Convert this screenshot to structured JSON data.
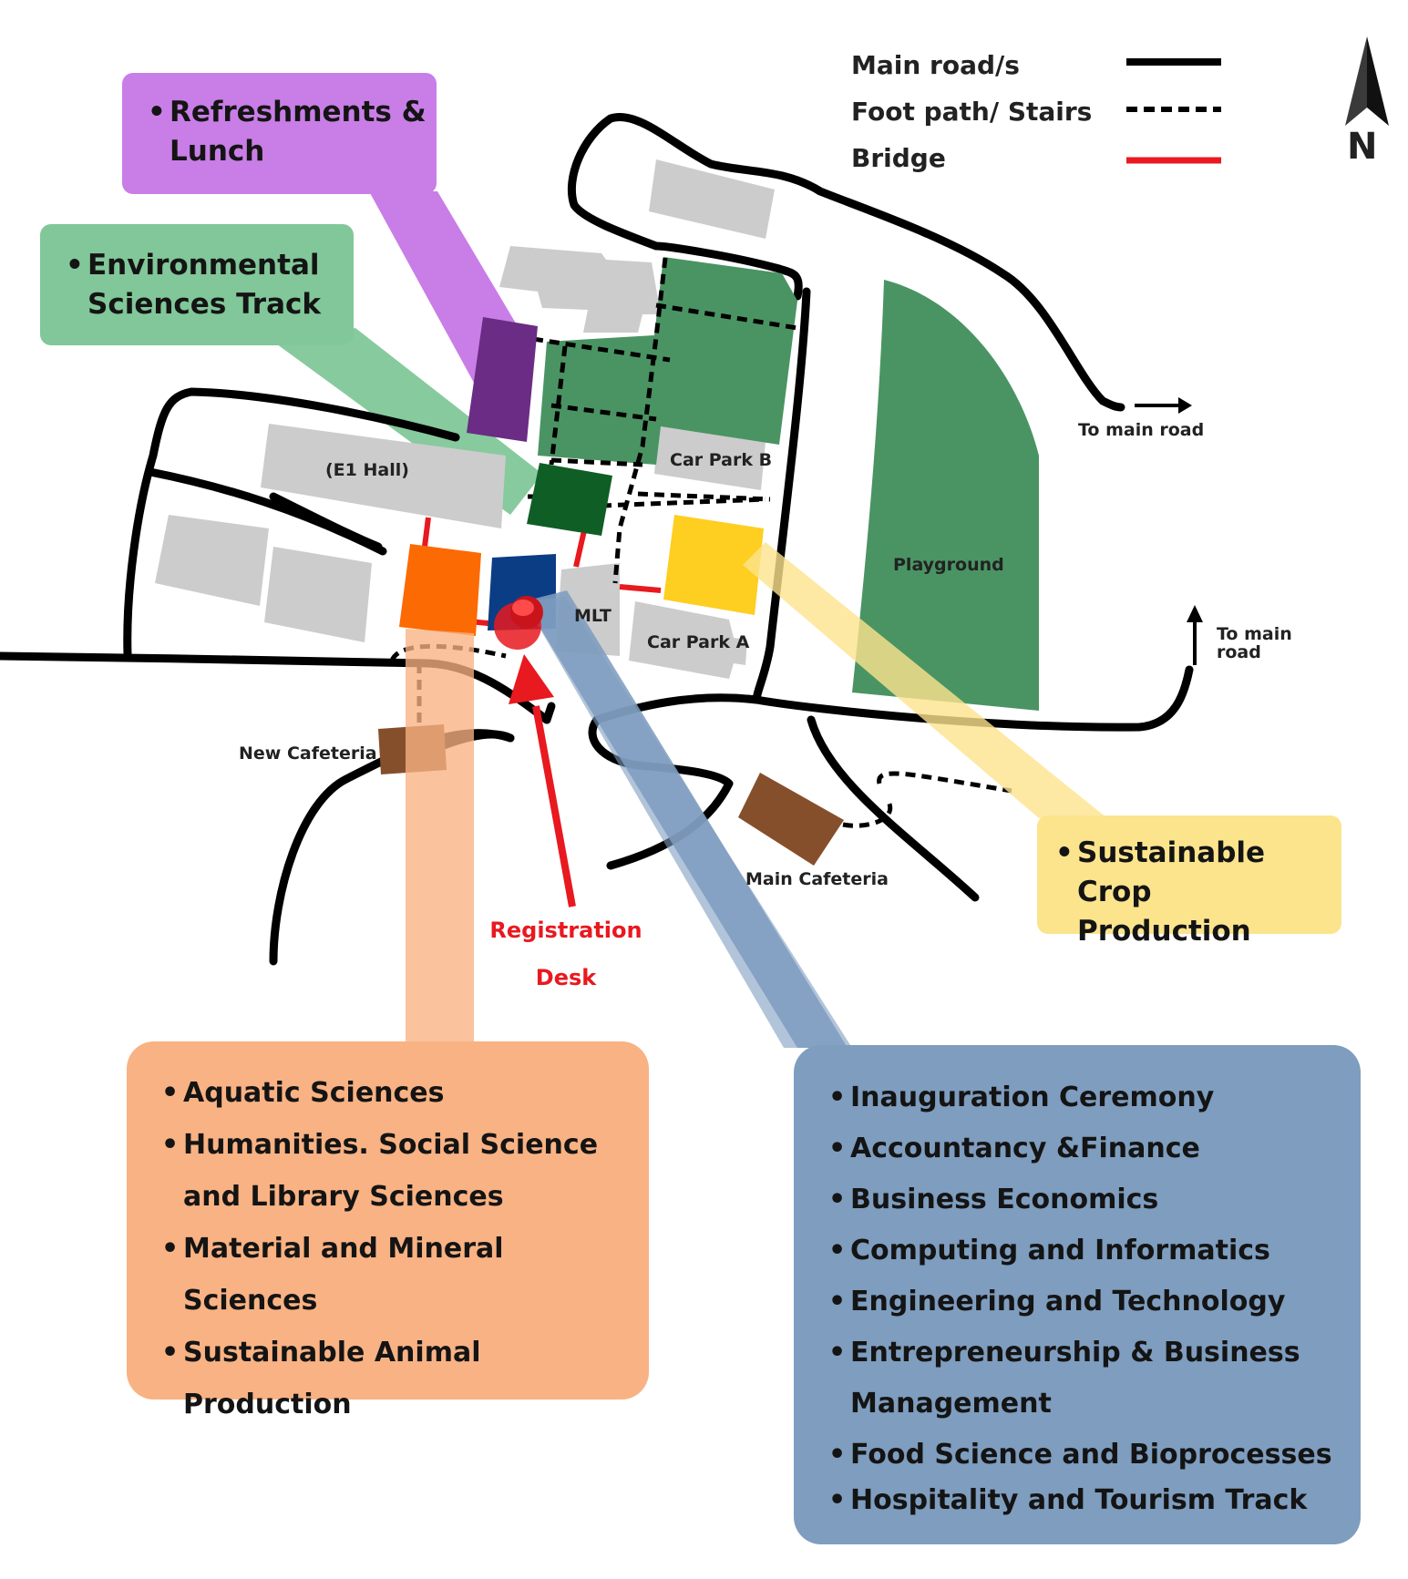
{
  "legend": {
    "items": [
      {
        "label": "Main road/s",
        "style": "solid",
        "color": "#000000"
      },
      {
        "label": "Foot path/ Stairs",
        "style": "dashed",
        "color": "#000000"
      },
      {
        "label": "Bridge",
        "style": "solid",
        "color": "#e8191f"
      }
    ]
  },
  "compass": {
    "label": "N"
  },
  "map_labels": {
    "e1_hall": "(E1 Hall)",
    "car_park_b": "Car Park B",
    "car_park_a": "Car Park A",
    "mlt": "MLT",
    "playground": "Playground",
    "to_main_road_east": "To main road",
    "to_main_road_se_line1": "To main",
    "to_main_road_se_line2": "road",
    "new_cafeteria": "New Cafeteria",
    "main_cafeteria": "Main Cafeteria"
  },
  "registration": {
    "line1": "Registration",
    "line2": "Desk"
  },
  "callouts": {
    "refreshments": {
      "color": "#c87ee6",
      "lines": [
        "Refreshments &",
        "Lunch"
      ]
    },
    "environmental": {
      "color": "#81c799",
      "lines": [
        "Environmental",
        "Sciences Track"
      ]
    },
    "sustainable_crop": {
      "color": "#fce48d",
      "lines": [
        "Sustainable Crop",
        "Production"
      ]
    },
    "orange_venue": {
      "color": "#f9b283",
      "items": [
        "Aquatic Sciences",
        "Humanities. Social Science and Library Sciences",
        "Material and Mineral Sciences",
        "Sustainable Animal Production"
      ]
    },
    "blue_venue": {
      "color": "#7e9dbf",
      "items": [
        "Inauguration Ceremony",
        "Accountancy &Finance",
        "Business Economics",
        "Computing and Informatics",
        "Engineering and Technology",
        "Entrepreneurship & Business Management",
        "Food Science and Bioprocesses",
        "Hospitality and Tourism Track"
      ]
    }
  },
  "colors": {
    "building_grey": "#cccccc",
    "green_area": "#4a9463",
    "dark_green_building": "#0f5e26",
    "purple_building": "#6a2c84",
    "orange_building": "#fc6a04",
    "blue_building": "#0b3d84",
    "yellow_building": "#fece20",
    "cafeteria_brown": "#864f2c",
    "pin_red": "#e8191f"
  }
}
